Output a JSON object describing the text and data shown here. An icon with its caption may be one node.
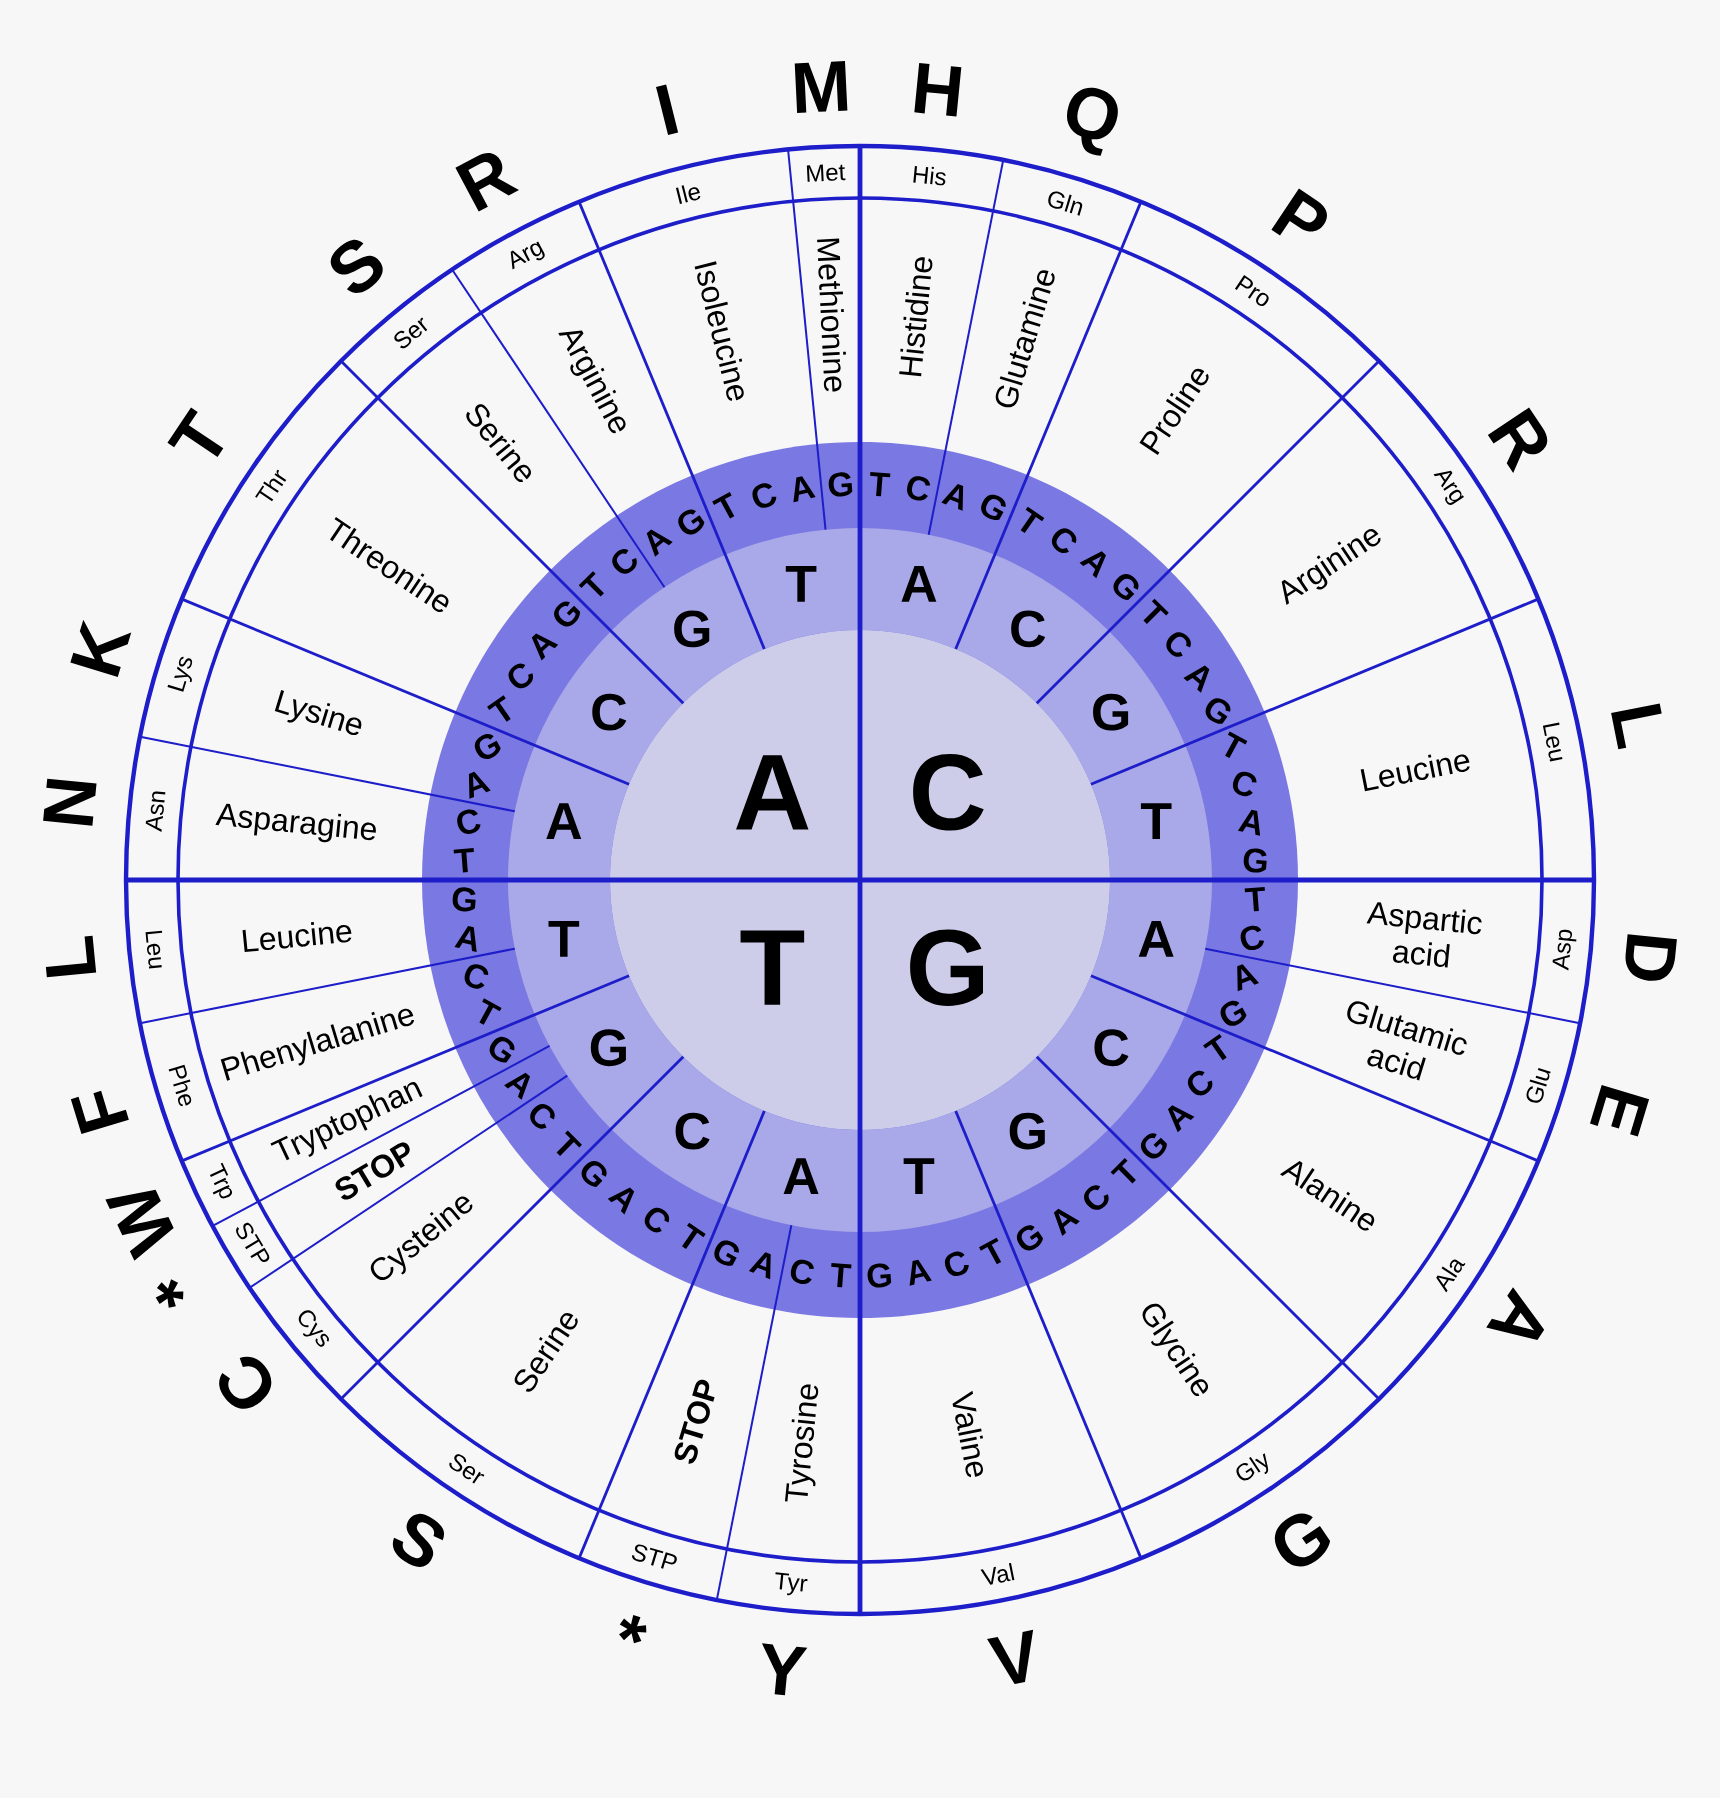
{
  "diagram": {
    "nodes": [
      {
        "text": [
          "A"
        ]
      },
      {
        "text": [
          "C"
        ]
      },
      {
        "text": [
          "G"
        ]
      },
      {
        "text": [
          "T"
        ]
      },
      {
        "text": [
          "A"
        ]
      },
      {
        "text": [
          "C"
        ]
      },
      {
        "text": [
          "G"
        ]
      },
      {
        "text": [
          "T"
        ]
      },
      {
        "text": [
          "A"
        ]
      },
      {
        "text": [
          "C"
        ]
      },
      {
        "text": [
          "G"
        ]
      },
      {
        "text": [
          "T"
        ]
      },
      {
        "text": [
          "A"
        ]
      },
      {
        "text": [
          "C"
        ]
      },
      {
        "text": [
          "G"
        ]
      },
      {
        "text": [
          "T"
        ]
      },
      {
        "text": [
          "A"
        ]
      },
      {
        "text": [
          "C"
        ]
      },
      {
        "text": [
          "G"
        ]
      },
      {
        "text": [
          "T"
        ]
      },
      {
        "text": [
          "Asparagine"
        ]
      },
      {
        "text": [
          "Lysine"
        ]
      },
      {
        "text": [
          "Threonine"
        ]
      },
      {
        "text": [
          "Serine"
        ]
      },
      {
        "text": [
          "Arginine"
        ]
      },
      {
        "text": [
          "Isoleucine"
        ]
      },
      {
        "text": [
          "Methionine"
        ]
      },
      {
        "text": [
          "Histidine"
        ]
      },
      {
        "text": [
          "Glutamine"
        ]
      },
      {
        "text": [
          "Proline"
        ]
      },
      {
        "text": [
          "Arginine"
        ]
      },
      {
        "text": [
          "Leucine"
        ]
      },
      {
        "text": [
          "Aspartic acid"
        ]
      },
      {
        "text": [
          "Glutamic acid"
        ]
      },
      {
        "text": [
          "Alanine"
        ]
      },
      {
        "text": [
          "Glycine"
        ]
      },
      {
        "text": [
          "Valine"
        ]
      },
      {
        "text": [
          "Tyrosine"
        ]
      },
      {
        "text": [
          "STOP"
        ]
      },
      {
        "text": [
          "Serine"
        ]
      },
      {
        "text": [
          "Cysteine"
        ]
      },
      {
        "text": [
          "STOP"
        ]
      },
      {
        "text": [
          "Tryptophan"
        ]
      },
      {
        "text": [
          "Phenylalanine"
        ]
      },
      {
        "text": [
          "Leucine"
        ]
      },
      {
        "text": [
          "Asn"
        ],
        "beside": [
          "N"
        ]
      },
      {
        "text": [
          "Lys"
        ],
        "beside": [
          "K"
        ]
      },
      {
        "text": [
          "Thr"
        ],
        "beside": [
          "T"
        ]
      },
      {
        "text": [
          "Ser"
        ],
        "beside": [
          "S"
        ]
      },
      {
        "text": [
          "Arg"
        ],
        "beside": [
          "R"
        ]
      },
      {
        "text": [
          "Ile"
        ],
        "beside": [
          "I"
        ]
      },
      {
        "text": [
          "Met"
        ],
        "beside": [
          "M"
        ]
      },
      {
        "text": [
          "His"
        ],
        "beside": [
          "H"
        ]
      },
      {
        "text": [
          "Gln"
        ],
        "beside": [
          "Q"
        ]
      },
      {
        "text": [
          "Pro"
        ],
        "beside": [
          "P"
        ]
      },
      {
        "text": [
          "Arg"
        ],
        "beside": [
          "R"
        ]
      },
      {
        "text": [
          "Leu"
        ],
        "beside": [
          "L"
        ]
      },
      {
        "text": [
          "Asp"
        ],
        "beside": [
          "D"
        ]
      },
      {
        "text": [
          "Glu"
        ],
        "beside": [
          "E"
        ]
      },
      {
        "text": [
          "Ala"
        ],
        "beside": [
          "A"
        ]
      },
      {
        "text": [
          "Gly"
        ],
        "beside": [
          "G"
        ]
      },
      {
        "text": [
          "Val"
        ],
        "beside": [
          "V"
        ]
      },
      {
        "text": [
          "Tyr"
        ],
        "beside": [
          "Y"
        ]
      },
      {
        "text": [
          "STP"
        ],
        "beside": [
          "*"
        ]
      },
      {
        "text": [
          "Ser"
        ],
        "beside": [
          "S"
        ]
      },
      {
        "text": [
          "Cys"
        ],
        "beside": [
          "C"
        ]
      },
      {
        "text": [
          "STP"
        ],
        "beside": [
          "*"
        ]
      },
      {
        "text": [
          "Trp"
        ],
        "beside": [
          "W"
        ]
      },
      {
        "text": [
          "Phe"
        ],
        "beside": [
          "F"
        ]
      },
      {
        "text": [
          "Leu"
        ],
        "beside": [
          "L"
        ]
      }
    ],
    "labels": [
      "T",
      "C",
      "A",
      "G",
      "T",
      "C",
      "A",
      "G",
      "T",
      "C",
      "A",
      "G",
      "T",
      "C",
      "A",
      "G",
      "T",
      "C",
      "A",
      "G",
      "T",
      "C",
      "A",
      "G",
      "T",
      "C",
      "A",
      "G",
      "T",
      "C",
      "A",
      "G",
      "T",
      "C",
      "A",
      "G",
      "T",
      "C",
      "A",
      "G",
      "T",
      "C",
      "A",
      "G",
      "T",
      "C",
      "A",
      "G",
      "T",
      "C",
      "A",
      "G",
      "T",
      "C",
      "A",
      "G",
      "T",
      "C",
      "A",
      "G",
      "T",
      "C",
      "A",
      "G"
    ]
  }
}
